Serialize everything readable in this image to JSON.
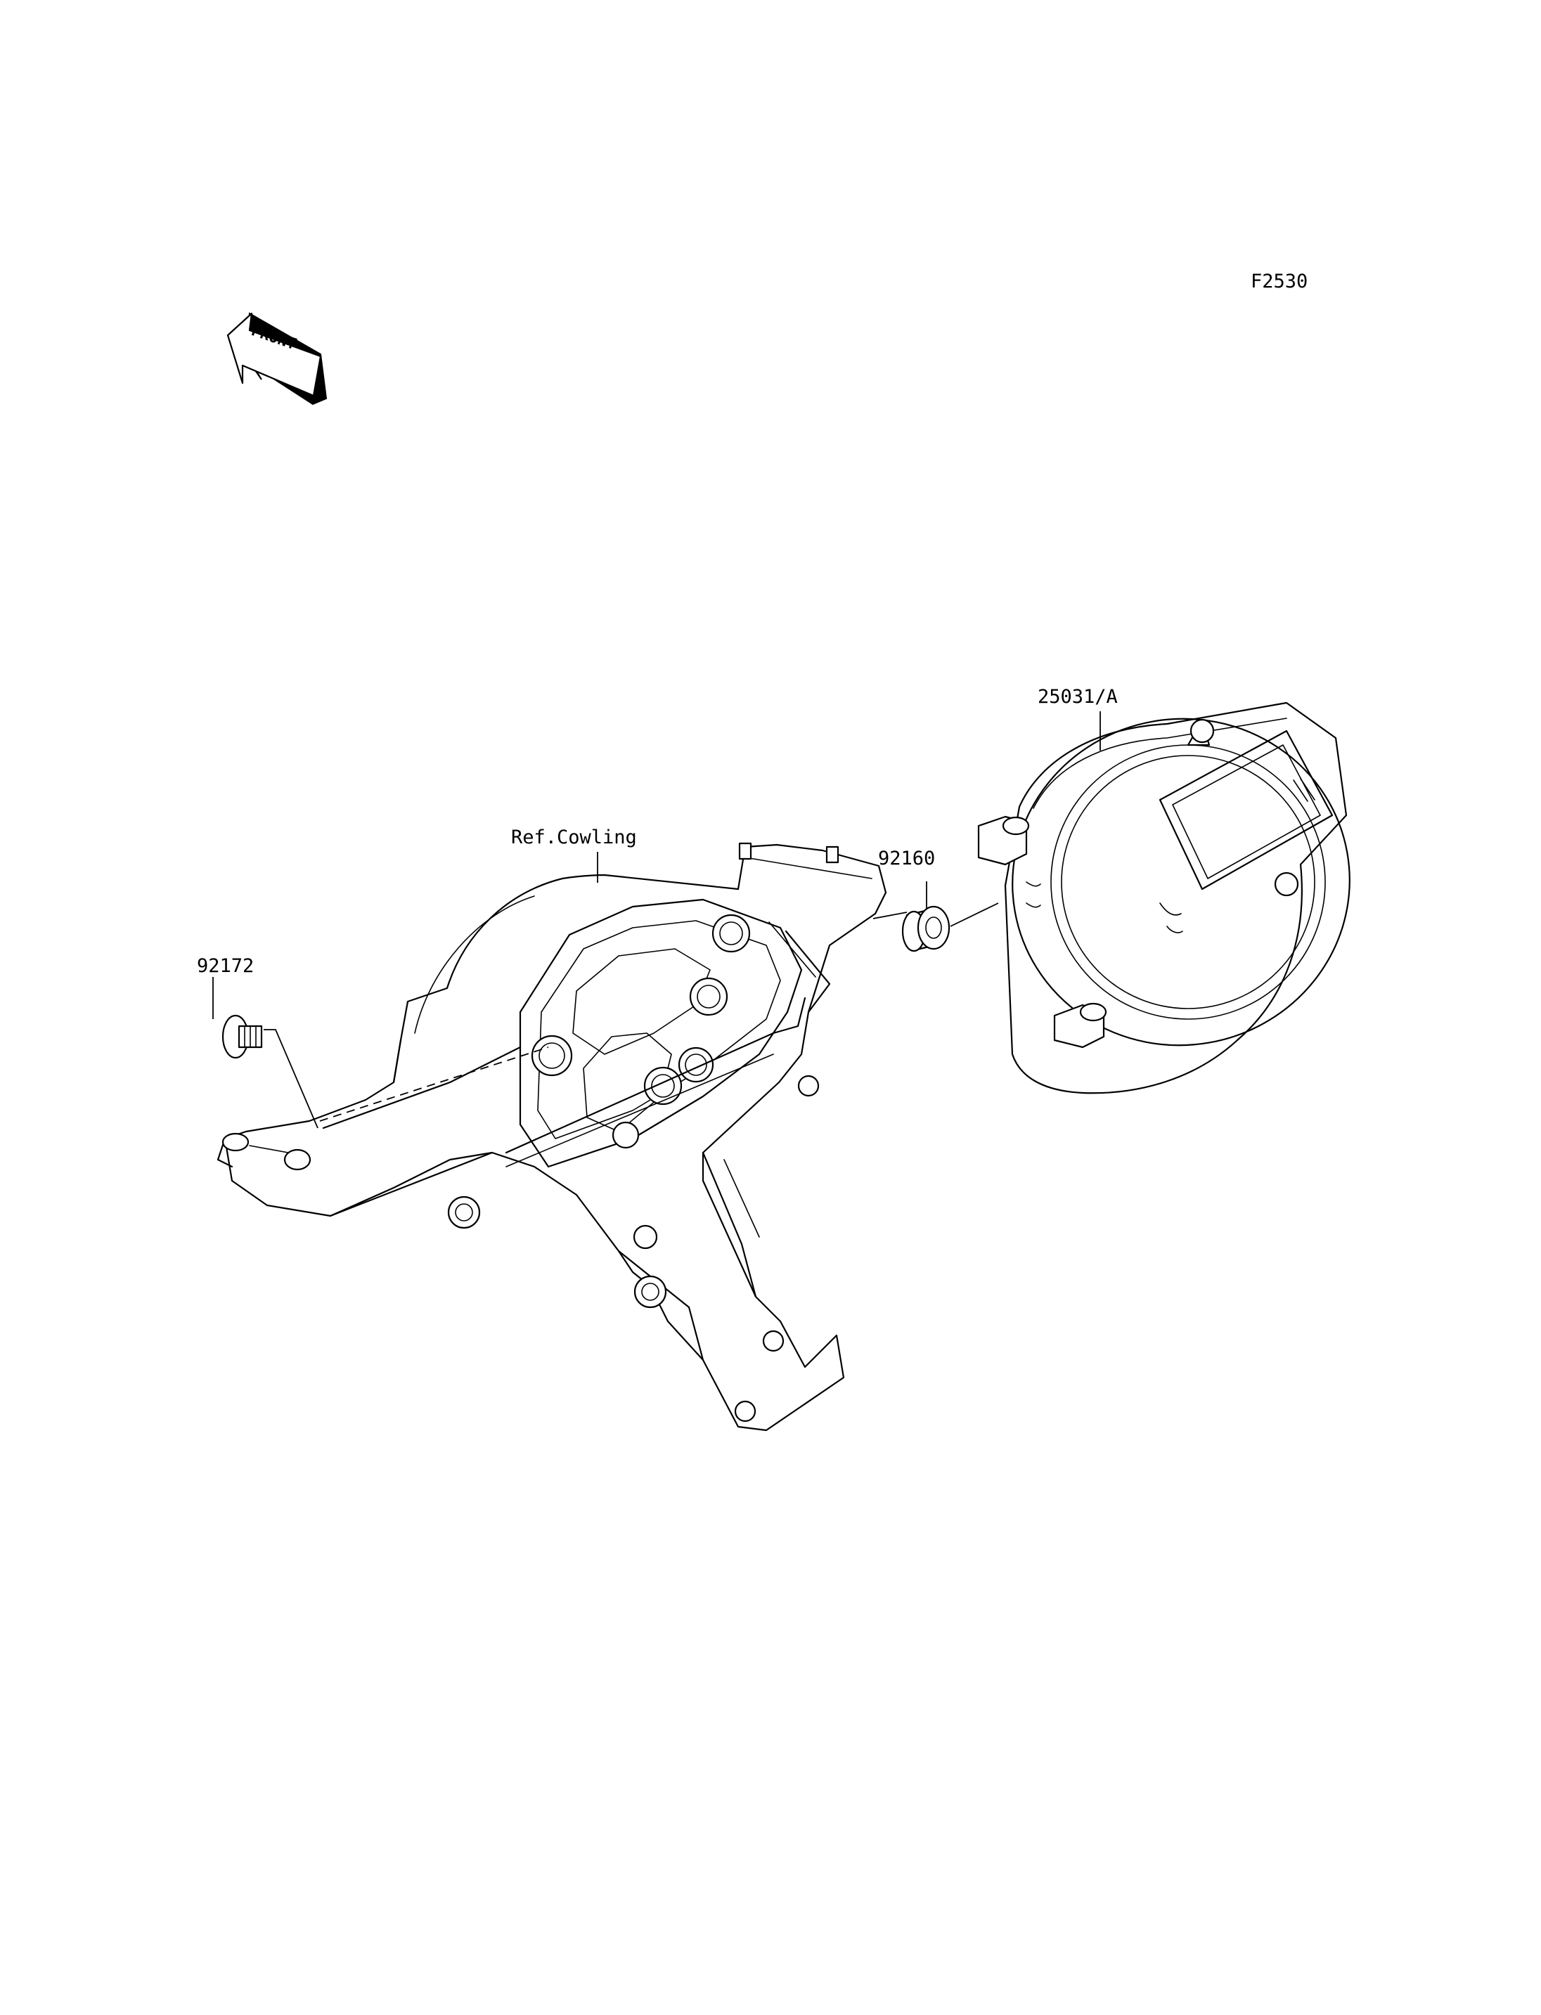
{
  "figure_code": "F2530",
  "front_label": "FRONT",
  "callouts": {
    "meter": "25031/A",
    "cowling_ref": "Ref.Cowling",
    "grommet": "92160",
    "screw": "92172"
  }
}
